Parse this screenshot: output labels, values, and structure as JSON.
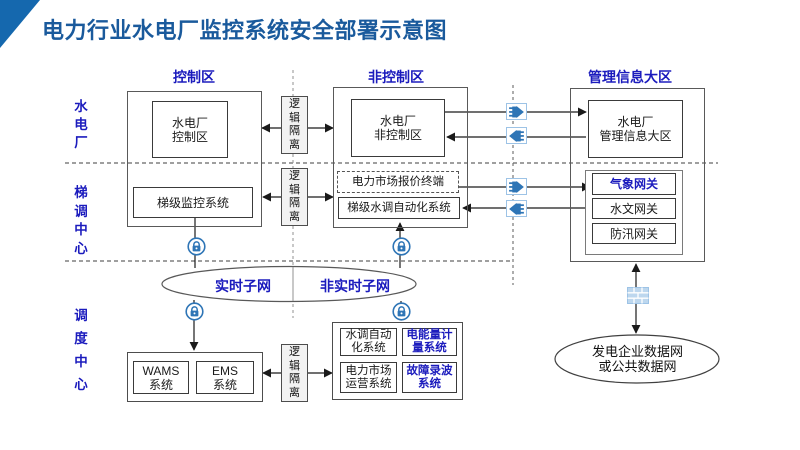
{
  "header": {
    "title": "电力行业水电厂监控系统安全部署示意图"
  },
  "zones": {
    "control": "控制区",
    "noncontrol": "非控制区",
    "mgmt": "管理信息大区"
  },
  "rows": {
    "plant": "水电厂",
    "cascade": "梯调中心",
    "dispatch": "调度中心"
  },
  "nodes": {
    "plant_control": "水电厂\n控制区",
    "cascade_monitor": "梯级监控系统",
    "plant_noncontrol": "水电厂\n非控制区",
    "market_quote": "电力市场报价终端",
    "cascade_water": "梯级水调自动化系统",
    "plant_mgmt": "水电厂\n管理信息大区",
    "weather_gw": "气象网关",
    "hydro_gw": "水文网关",
    "flood_gw": "防汛网关",
    "logic_iso": "逻辑隔离",
    "realtime_subnet": "实时子网",
    "non_realtime_subnet": "非实时子网",
    "wams": "WAMS\n系统",
    "ems": "EMS\n系统",
    "water_auto": "水调自动\n化系统",
    "energy_meter": "电能量计\n量系统",
    "market_ops": "电力市场\n运营系统",
    "fault_wave": "故障录波\n系统",
    "gen_datanet": "发电企业数据网\n或公共数据网"
  },
  "icons": {
    "forward_isolation": "forward-isolation-device-icon",
    "reverse_isolation": "reverse-isolation-device-icon",
    "lock": "encryption-lock-icon",
    "firewall": "firewall-icon"
  },
  "colors": {
    "title_blue": "#1a5a9c",
    "label_blue": "#1b1bbd",
    "device_blue": "#2e75b6",
    "device_border": "#9dc3e6",
    "firewall_fill": "#bdd7ee",
    "corner_blue": "#1568ae"
  }
}
